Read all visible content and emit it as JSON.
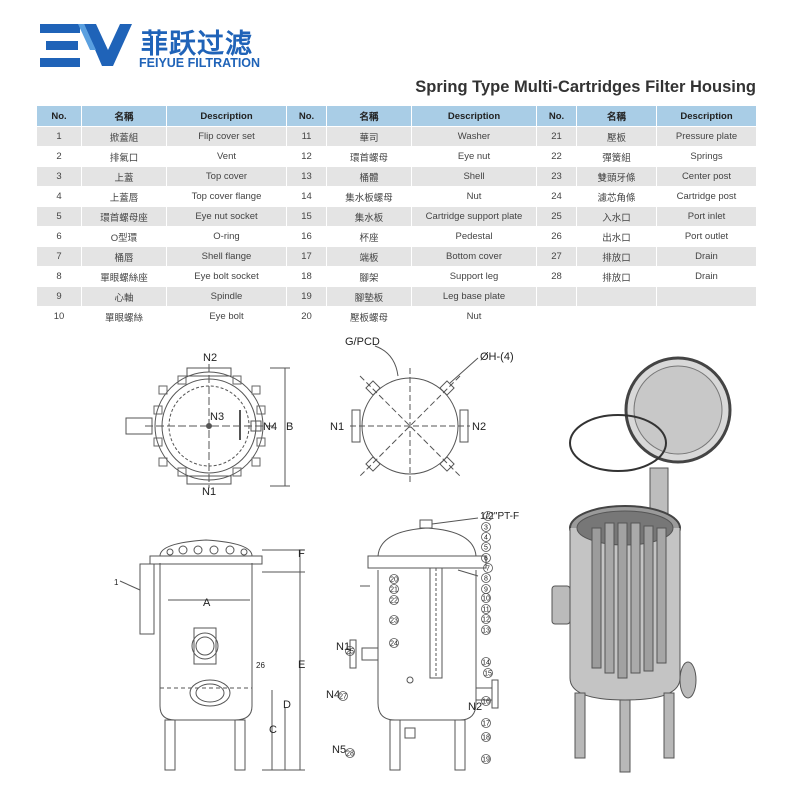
{
  "brand": {
    "name_cn": "菲跃过滤",
    "name_en": "FEIYUE FILTRATION",
    "color": "#1f63b8"
  },
  "title": "Spring Type Multi-Cartridges Filter Housing",
  "table": {
    "headers": [
      "No.",
      "名稱",
      "Description",
      "No.",
      "名稱",
      "Description",
      "No.",
      "名稱",
      "Description"
    ],
    "header_color": "#a9cde6",
    "rows": [
      [
        "1",
        "掀蓋組",
        "Flip cover set",
        "11",
        "華司",
        "Washer",
        "21",
        "壓板",
        "Pressure plate"
      ],
      [
        "2",
        "排氣口",
        "Vent",
        "12",
        "環首螺母",
        "Eye nut",
        "22",
        "彈簧組",
        "Springs"
      ],
      [
        "3",
        "上蓋",
        "Top cover",
        "13",
        "桶體",
        "Shell",
        "23",
        "雙頭牙條",
        "Center post"
      ],
      [
        "4",
        "上蓋唇",
        "Top cover flange",
        "14",
        "集水板螺母",
        "Nut",
        "24",
        "濾芯角條",
        "Cartridge post"
      ],
      [
        "5",
        "環首螺母座",
        "Eye nut socket",
        "15",
        "集水板",
        "Cartridge support plate",
        "25",
        "入水口",
        "Port inlet"
      ],
      [
        "6",
        "O型環",
        "O-ring",
        "16",
        "杯座",
        "Pedestal",
        "26",
        "出水口",
        "Port outlet"
      ],
      [
        "7",
        "桶唇",
        "Shell flange",
        "17",
        "端板",
        "Bottom cover",
        "27",
        "排放口",
        "Drain"
      ],
      [
        "8",
        "單眼螺絲座",
        "Eye bolt socket",
        "18",
        "腳架",
        "Support  leg",
        "28",
        "排放口",
        "Drain"
      ],
      [
        "9",
        "心軸",
        "Spindle",
        "19",
        "腳墊板",
        "Leg base plate",
        "",
        "",
        ""
      ],
      [
        "10",
        "單眼螺絲",
        "Eye bolt",
        "20",
        "壓板螺母",
        "Nut",
        "",
        "",
        ""
      ]
    ]
  },
  "drawing": {
    "top_view": {
      "n2": "N2",
      "n3": "N3",
      "n4": "N4",
      "n1": "N1",
      "b": "B"
    },
    "flange_view": {
      "gpcd": "G/PCD",
      "hole": "ØH-(4)",
      "n1": "N1",
      "n2": "N2"
    },
    "front_view": {
      "f": "F",
      "a": "A",
      "e": "E",
      "d": "D",
      "c": "C",
      "callout_1": "1",
      "callout_26": "26"
    },
    "section_view": {
      "vent": "1/2\"PT-F",
      "n1": "N1",
      "n4": "N4",
      "n2": "N2",
      "n5": "N5",
      "callouts": [
        "2",
        "3",
        "4",
        "5",
        "6",
        "7",
        "8",
        "9",
        "10",
        "11",
        "12",
        "13",
        "14",
        "15",
        "16",
        "17",
        "18",
        "19",
        "20",
        "21",
        "22",
        "23",
        "24",
        "25",
        "27",
        "28"
      ]
    }
  }
}
